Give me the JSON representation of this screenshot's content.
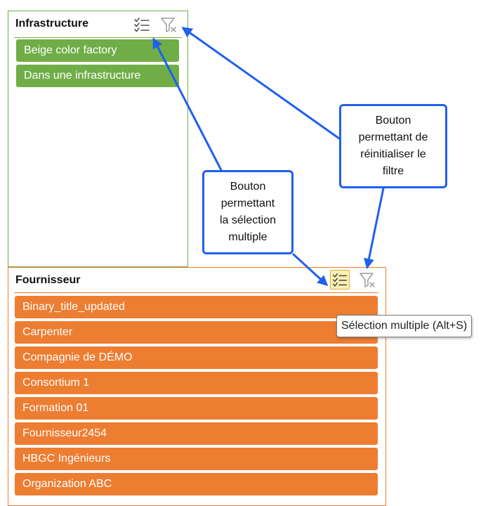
{
  "infrastructure_slicer": {
    "title": "Infrastructure",
    "items": [
      {
        "label": "Beige color factory"
      },
      {
        "label": "Dans une infrastructure"
      }
    ]
  },
  "fournisseur_slicer": {
    "title": "Fournisseur",
    "items": [
      {
        "label": "Binary_title_updated"
      },
      {
        "label": "Carpenter"
      },
      {
        "label": "Compagnie de DÉMO"
      },
      {
        "label": "Consortium 1"
      },
      {
        "label": "Formation 01"
      },
      {
        "label": "Fournisseur2454"
      },
      {
        "label": "HBGC Ingénieurs"
      },
      {
        "label": "Organization ABC"
      }
    ]
  },
  "tooltip": {
    "text": "Sélection multiple (Alt+S)"
  },
  "callouts": {
    "multi_select": "Bouton\npermettant\nla sélection\nmultiple",
    "reset_filter": "Bouton\npermettant de\nréinitialiser le\nfiltre"
  },
  "colors": {
    "infrastructure_accent": "#70ad47",
    "fournisseur_accent": "#ed7d31",
    "callout_border": "#2060ee",
    "active_button": "#fcefb4"
  },
  "icons": {
    "multi_select": "multi-select-icon",
    "clear_filter": "clear-filter-icon"
  }
}
